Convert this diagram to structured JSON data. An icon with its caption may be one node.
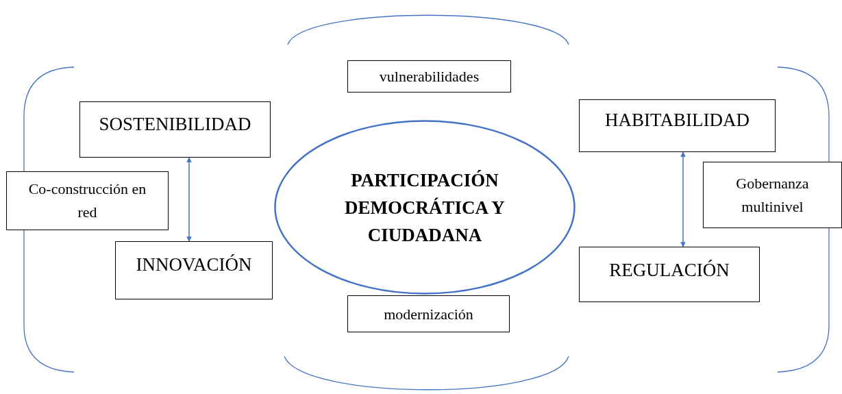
{
  "diagram": {
    "nodes": [
      {
        "text": [
          "vulnerabilidades"
        ]
      },
      {
        "text": [
          "HABITABILIDAD"
        ]
      },
      {
        "text": [
          "SOSTENIBILIDAD"
        ]
      },
      {
        "text": [
          "Gobernanza multinivel"
        ]
      },
      {
        "text": [
          "Co-construcción en red"
        ]
      },
      {
        "text": [
          "PARTICIPACIÓN DEMOCRÁTICA Y CIUDADANA"
        ]
      },
      {
        "text": [
          "INNOVACIÓN"
        ]
      },
      {
        "text": [
          "REGULACIÓN"
        ]
      },
      {
        "text": [
          "modernización"
        ]
      }
    ],
    "edges": [
      {
        "from": 2,
        "to": 6,
        "arrow": "both",
        "color": "#4472c4"
      },
      {
        "from": 1,
        "to": 7,
        "arrow": "both",
        "color": "#4472c4"
      }
    ]
  }
}
